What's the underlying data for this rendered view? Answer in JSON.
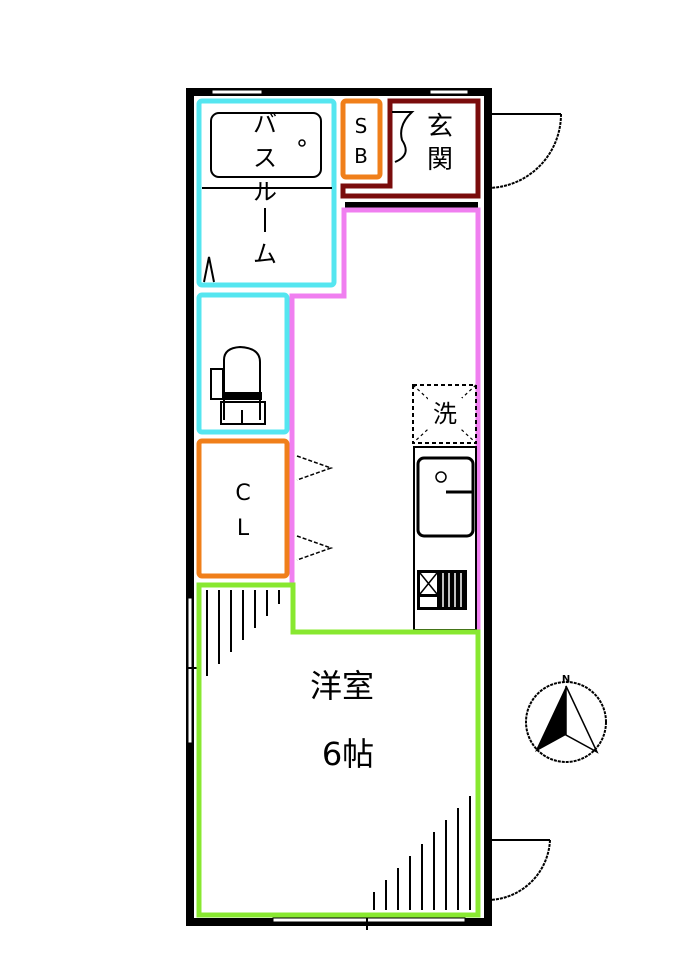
{
  "floor_plan": {
    "rooms": [
      {
        "id": "bathroom",
        "label_chars": [
          "バ",
          "ス",
          "ル",
          "ー",
          "ム"
        ],
        "color": "#55e6f0"
      },
      {
        "id": "storage",
        "label_chars": [
          "S",
          "B"
        ],
        "color": "#f07f1a"
      },
      {
        "id": "entrance",
        "label_chars": [
          "玄",
          "関"
        ],
        "color": "#7a0c0c"
      },
      {
        "id": "toilet",
        "label_chars": [],
        "color": "#55e6f0"
      },
      {
        "id": "closet",
        "label_chars": [
          "C",
          "L"
        ],
        "color": "#f07f1a"
      },
      {
        "id": "kitchen",
        "label_chars": [],
        "color": "#f07ff0"
      },
      {
        "id": "western-room",
        "label": "洋室",
        "size": "6帖",
        "color": "#88e830"
      }
    ],
    "fixtures": {
      "washer_label": "洗"
    },
    "compass": {
      "label": "N"
    }
  }
}
